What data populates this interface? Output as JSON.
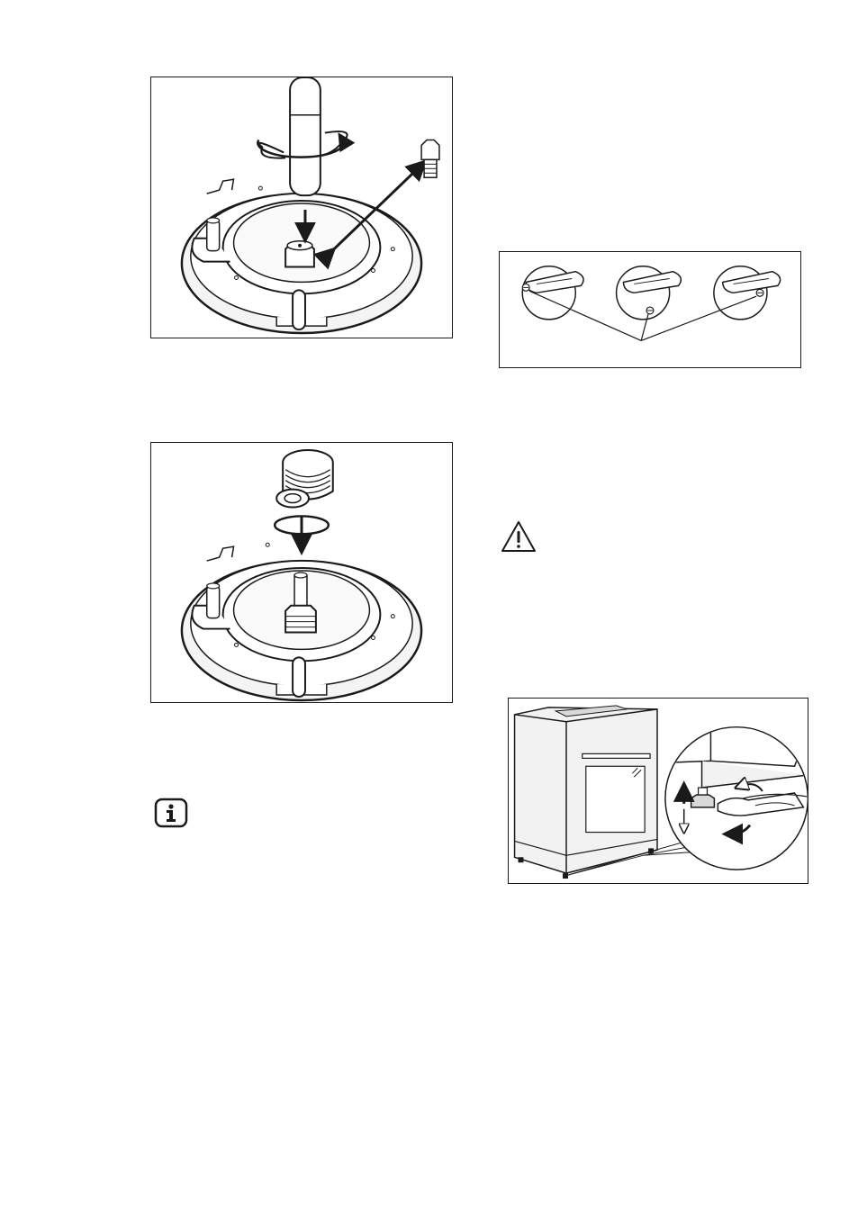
{
  "figures": {
    "burner_nozzle_removal": {
      "icon": "burner-nozzle-removal-illustration"
    },
    "burner_nozzle_install": {
      "icon": "burner-nozzle-install-illustration"
    },
    "control_knobs": {
      "icon": "control-knob-bypass-screw-illustration"
    },
    "cooker_feet": {
      "icon": "cooker-leveling-feet-illustration"
    }
  },
  "icons": {
    "info": "info-icon",
    "warning": "warning-icon"
  },
  "colors": {
    "line": "#1a1a1a",
    "fill_light": "#f2f2f2",
    "fill_mid": "#d9d9d9"
  }
}
